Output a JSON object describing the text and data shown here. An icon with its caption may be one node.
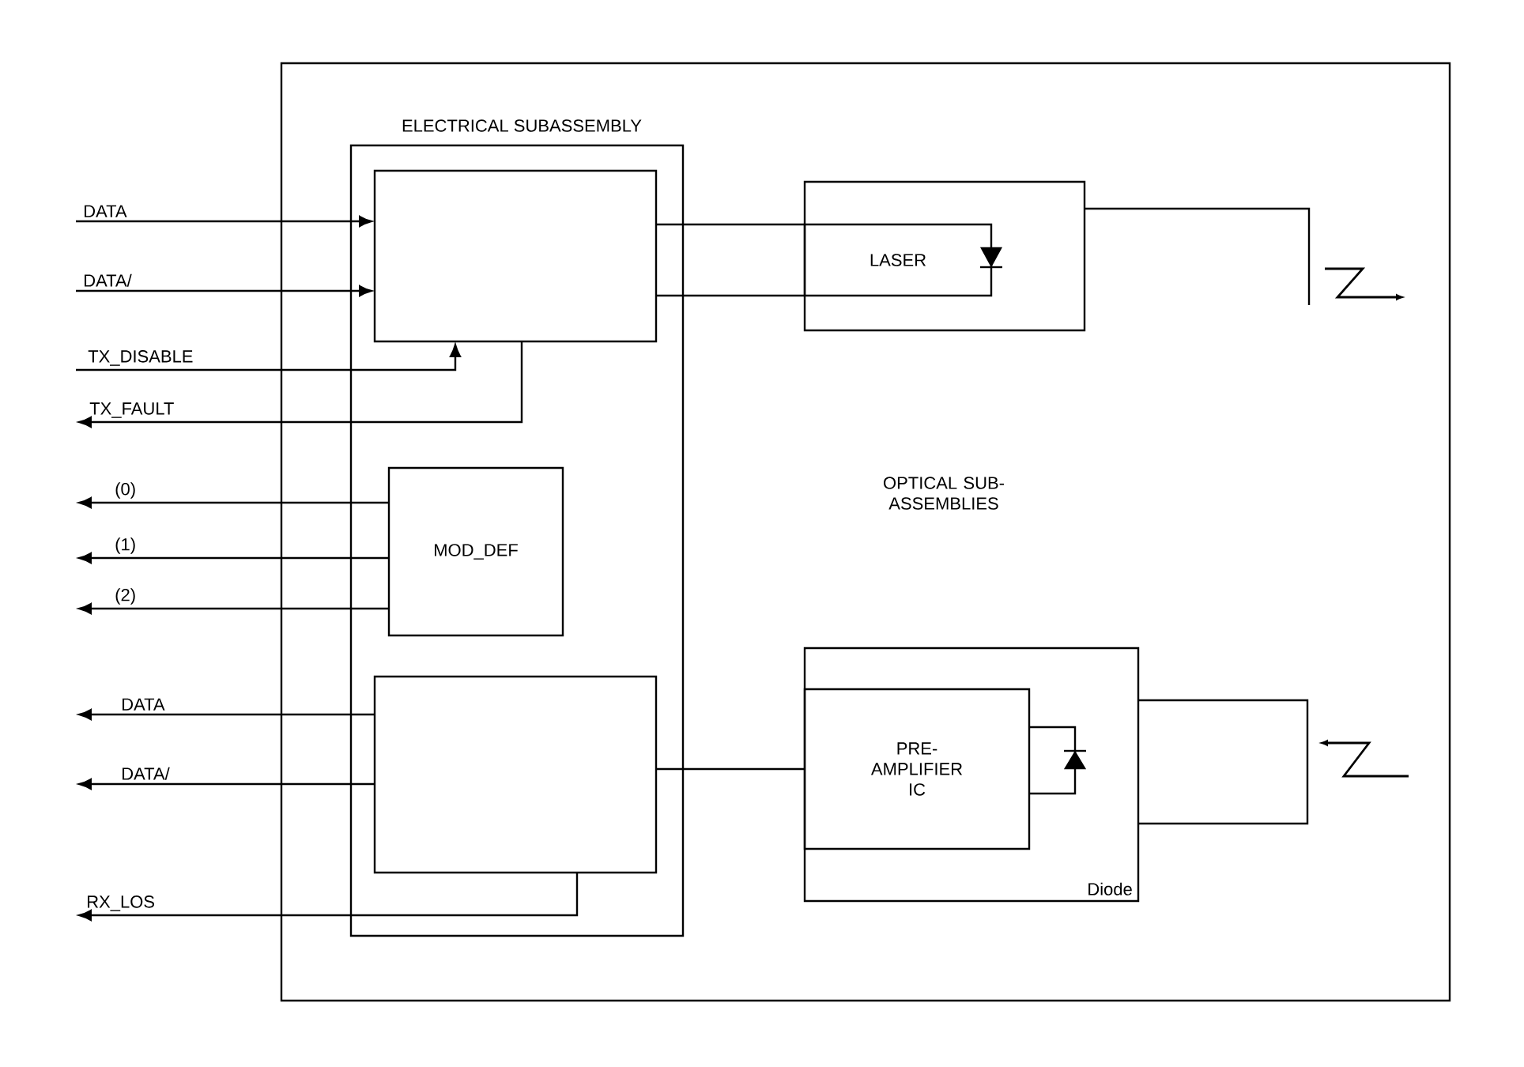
{
  "diagram": {
    "nodes": [
      {
        "text": [],
        "shape": "box"
      },
      {
        "text": [
          "ELECTRICAL SUBASSEMBLY"
        ],
        "in": 0
      },
      {
        "text": [],
        "shape": "box",
        "in": 1
      },
      {
        "text": [
          "MOD_DEF"
        ],
        "in": 1
      },
      {
        "text": [],
        "shape": "box",
        "in": 1
      },
      {
        "text": [],
        "shape": "box",
        "in": 0
      },
      {
        "text": [
          "LASER"
        ],
        "in": 5
      },
      {
        "text": [
          "Diode"
        ],
        "in": 0
      },
      {
        "text": [
          "PRE- AMPLIFIER IC"
        ],
        "in": 7
      },
      {
        "text": [
          "DATA"
        ]
      },
      {
        "text": [
          "DATA/"
        ]
      },
      {
        "text": [
          "TX_DISABLE"
        ]
      },
      {
        "text": [
          "TX_FAULT"
        ]
      },
      {
        "text": [
          "(0)"
        ]
      },
      {
        "text": [
          "(1)"
        ]
      },
      {
        "text": [
          "(2)"
        ]
      },
      {
        "text": [
          "DATA"
        ]
      },
      {
        "text": [
          "DATA/"
        ]
      },
      {
        "text": [
          "RX_LOS"
        ]
      }
    ],
    "edges": [
      {
        "from": 9,
        "to": 2,
        "arrow": "to"
      },
      {
        "from": 10,
        "to": 2,
        "arrow": "to"
      },
      {
        "from": 11,
        "to": 2,
        "arrow": "to"
      },
      {
        "from": 2,
        "to": 12,
        "arrow": "to"
      },
      {
        "from": 3,
        "to": 13,
        "arrow": "to"
      },
      {
        "from": 3,
        "to": 14,
        "arrow": "to"
      },
      {
        "from": 3,
        "to": 15,
        "arrow": "to"
      },
      {
        "from": 4,
        "to": 16,
        "arrow": "to"
      },
      {
        "from": 4,
        "to": 17,
        "arrow": "to"
      },
      {
        "from": 4,
        "to": 18,
        "arrow": "to"
      },
      {
        "from": 2,
        "to": 6,
        "arrow": "none"
      },
      {
        "from": 2,
        "to": 6,
        "arrow": "none"
      },
      {
        "from": 4,
        "to": 8,
        "arrow": "none"
      }
    ],
    "labels": [
      "OPTICAL SUB- ASSEMBLIES"
    ]
  }
}
